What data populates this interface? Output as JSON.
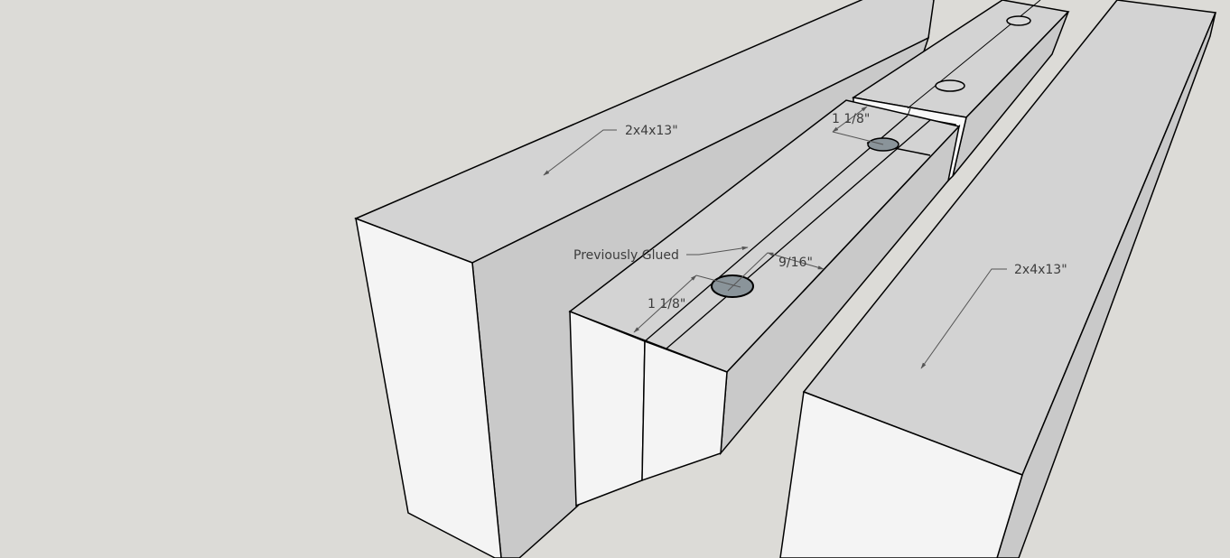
{
  "scene": {
    "background_color": "#dcdbd7",
    "top_face_color": "#d3d3d3",
    "side_face_color": "#c9c9c9",
    "end_face_color": "#f4f4f4",
    "edge_color": "#000000",
    "hole_color": "#8a949a"
  },
  "labels": {
    "left_board": "2x4x13\"",
    "right_board": "2x4x13\"",
    "previously_glued": "Previously Glued",
    "dim_near_width": "1 1/8\"",
    "dim_far_width": "1 1/8\"",
    "dim_offset": "9/16\""
  }
}
